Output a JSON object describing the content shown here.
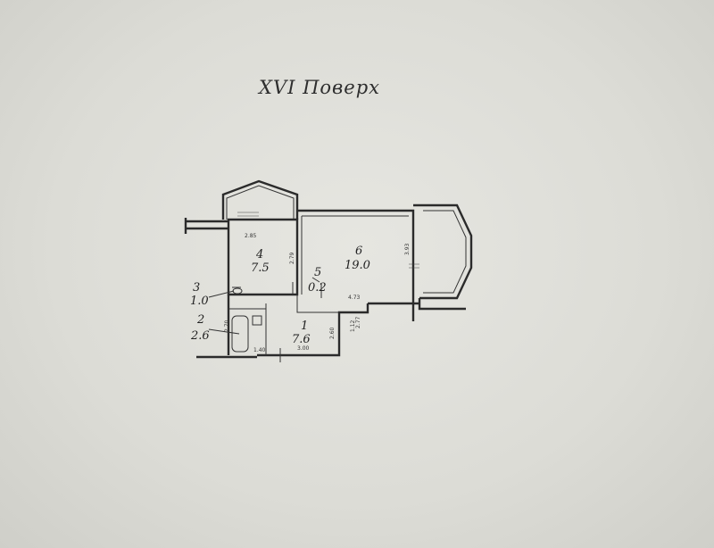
{
  "floor_title": "XVI Поверх",
  "rooms": [
    {
      "id": "1",
      "area": "7.6"
    },
    {
      "id": "2",
      "area": "2.6"
    },
    {
      "id": "3",
      "area": "1.0"
    },
    {
      "id": "4",
      "area": "7.5"
    },
    {
      "id": "5",
      "area": "0.2"
    },
    {
      "id": "6",
      "area": "19.0"
    }
  ],
  "dimensions": {
    "d_285": "2.85",
    "d_279": "2.79",
    "d_393": "3.93",
    "d_473": "4.73",
    "d_300": "3.00",
    "d_277": "2.77",
    "d_260": "2.60",
    "d_112": "1.12",
    "d_270": "2.70",
    "d_140": "1.40"
  },
  "colors": {
    "paper": "#dcdcd6",
    "ink": "#2b2b2b"
  }
}
